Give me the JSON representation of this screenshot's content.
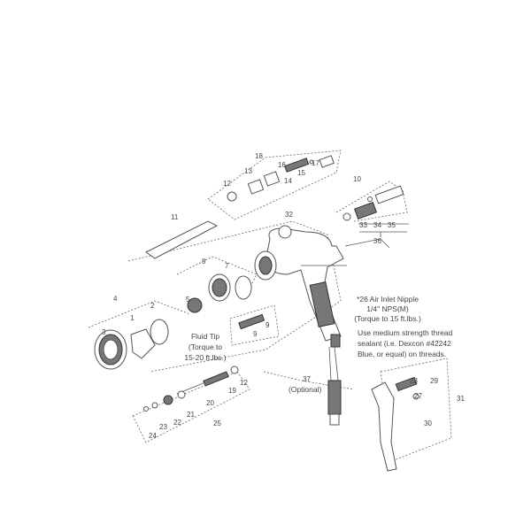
{
  "diagram": {
    "labels": {
      "p18": "18",
      "p16": "16",
      "p17": "17",
      "p15": "15",
      "p14": "14",
      "p13": "13",
      "p12a": "12",
      "p10": "10",
      "p33": "33",
      "p34": "34",
      "p35": "35",
      "p36": "36",
      "p32": "32",
      "p11": "11",
      "p8": "8",
      "p7": "7",
      "p5": "5",
      "p9a": "9",
      "p9b": "9",
      "p4": "4",
      "p2": "2",
      "p1": "1",
      "p3": "3",
      "p12b": "12",
      "p19": "19",
      "p20": "20",
      "p21": "21",
      "p22": "22",
      "p23": "23",
      "p24": "24",
      "p25": "25",
      "p37": "37",
      "p28": "28",
      "p29": "29",
      "p27": "27",
      "p31": "31",
      "p30": "30"
    },
    "fluid_tip": [
      "Fluid Tip",
      "(Torque to",
      "15-20 ft.lbs.)"
    ],
    "air_inlet": [
      "*26  Air Inlet Nipple",
      "1/4\" NPS(M)",
      "(Torque to 15 ft.lbs.)"
    ],
    "sealant_note": [
      "Use medium strength thread",
      "sealant (i.e. Dexcon #42242",
      "Blue, or equal) on threads."
    ],
    "optional": "(Optional)"
  }
}
